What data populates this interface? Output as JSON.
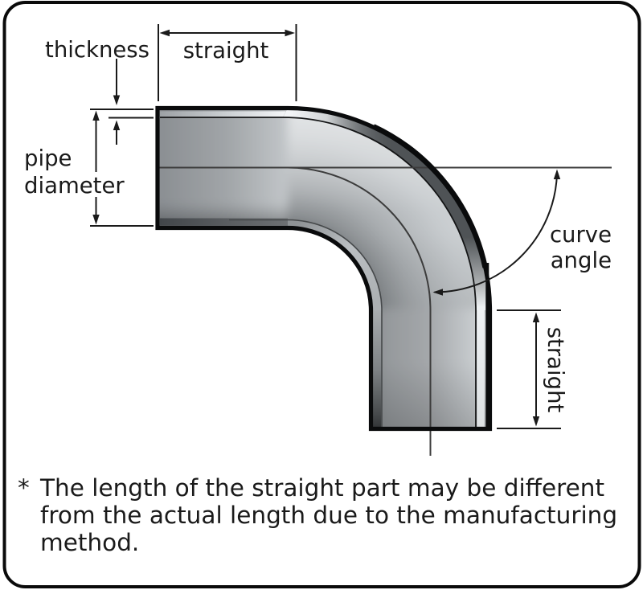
{
  "title": "Pipe elbow dimension diagram",
  "colors": {
    "background": "#ffffff",
    "ink": "#1a1a1a",
    "outline": "#0a0b0c",
    "pipe_light": "#d8dcde",
    "pipe_mid": "#a9adb1",
    "pipe_dark": "#4e5254",
    "pipe_highlight": "#f2f4f6"
  },
  "labels": {
    "thickness": "thickness",
    "straight_top": "straight",
    "pipe_diameter_line1": "pipe",
    "pipe_diameter_line2": "diameter",
    "curve_angle_line1": "curve",
    "curve_angle_line2": "angle",
    "straight_right": "straight"
  },
  "footnote": {
    "marker": "*",
    "line1": "The length of the straight part may be different",
    "line2": "from the actual length due to the manufacturing",
    "line3": "method."
  }
}
